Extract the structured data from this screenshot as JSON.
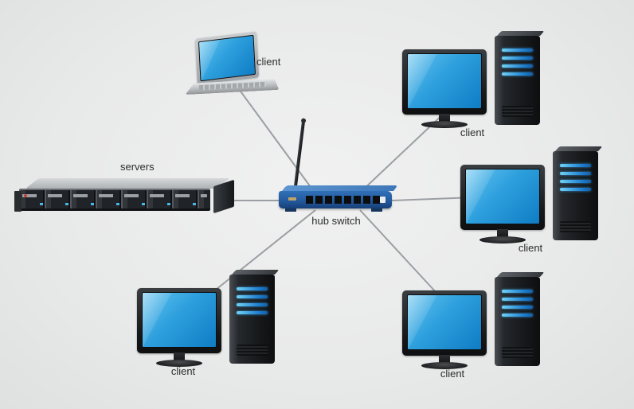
{
  "diagram": {
    "type": "network-topology",
    "nodes": [
      {
        "id": "laptop-client",
        "type": "laptop",
        "label": "client"
      },
      {
        "id": "desktop-top-right",
        "type": "desktop",
        "label": "client"
      },
      {
        "id": "desktop-right",
        "type": "desktop",
        "label": "client"
      },
      {
        "id": "servers",
        "type": "server-rack",
        "label": "servers"
      },
      {
        "id": "hub-switch",
        "type": "hub-switch",
        "label": "hub switch"
      },
      {
        "id": "desktop-bottom-left",
        "type": "desktop",
        "label": "client"
      },
      {
        "id": "desktop-bottom-right",
        "type": "desktop",
        "label": "client"
      }
    ],
    "edges": [
      {
        "from": "hub-switch",
        "to": "laptop-client"
      },
      {
        "from": "hub-switch",
        "to": "desktop-top-right"
      },
      {
        "from": "hub-switch",
        "to": "desktop-right"
      },
      {
        "from": "hub-switch",
        "to": "servers"
      },
      {
        "from": "hub-switch",
        "to": "desktop-bottom-left"
      },
      {
        "from": "hub-switch",
        "to": "desktop-bottom-right"
      }
    ],
    "colors": {
      "background": "#e9eaea",
      "screen_blue": "#2d9fdd",
      "device_dark": "#1a1c1e",
      "hub_blue": "#235a9e",
      "led_blue": "#1e7fd0",
      "wire_gray": "#9b9fa3",
      "label_text": "#2d2d2d"
    }
  }
}
